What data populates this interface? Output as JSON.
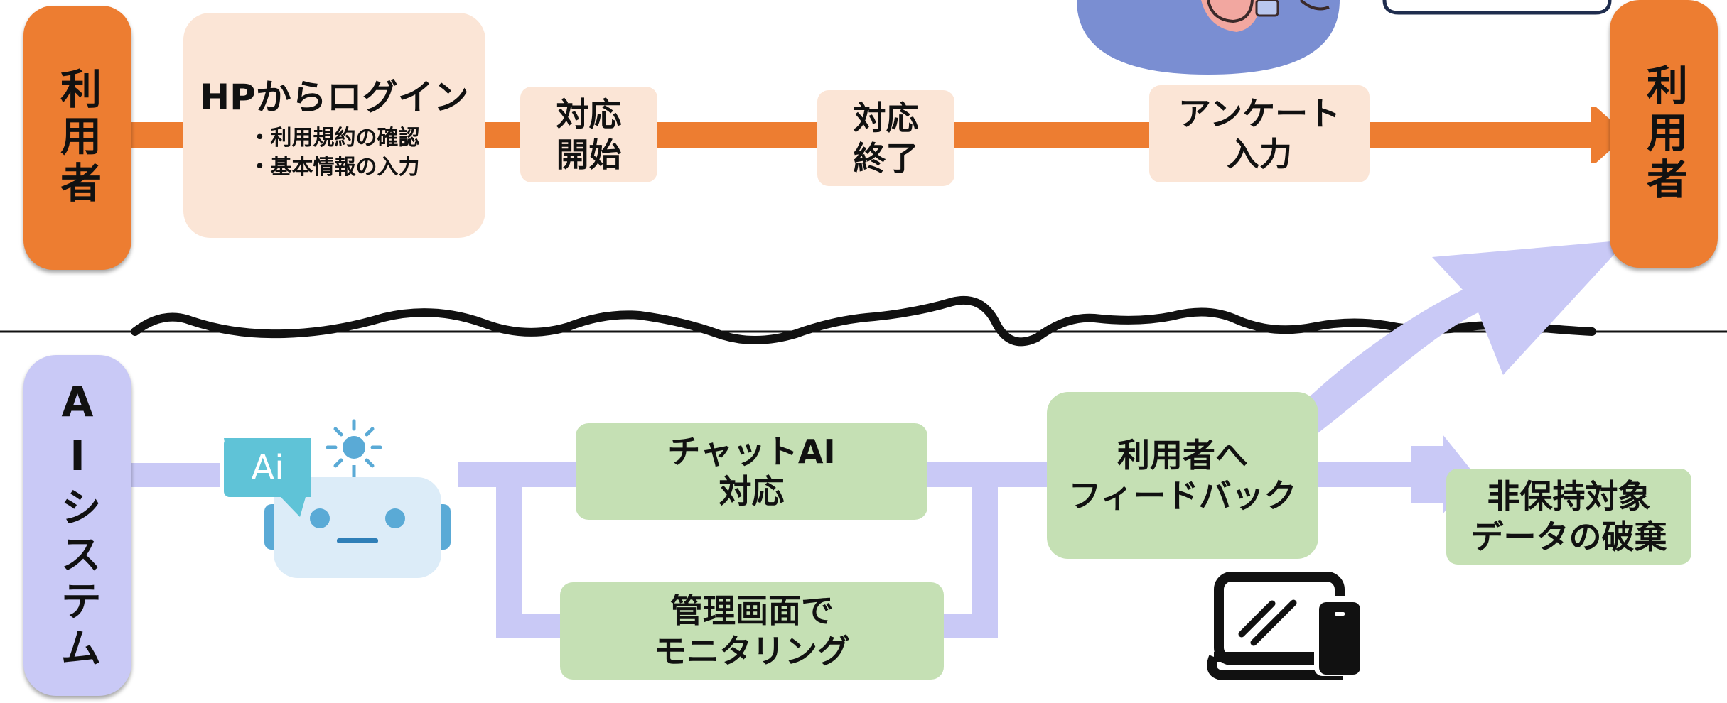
{
  "colors": {
    "orange": "#ed7d31",
    "peach": "#fbe5d6",
    "lavender": "#c9c9f6",
    "green": "#c5e0b4",
    "navy": "#1f2d4e",
    "robot_blue": "#5aaad6"
  },
  "user_lane": {
    "actor_left": "利用者",
    "actor_right": "利用者",
    "login": {
      "title": "HPからログイン",
      "items": [
        "・利用規約の確認",
        "・基本情報の入力"
      ]
    },
    "step_start": "対応\n開始",
    "step_end": "対応\n終了",
    "step_survey": "アンケート\n入力"
  },
  "ai_lane": {
    "actor": "AIシステム",
    "robot_badge": "Ai",
    "chat": "チャットAI\n対応",
    "monitor": "管理画面で\nモニタリング",
    "feedback": "利用者へ\nフィードバック",
    "discard": "非保持対象\nデータの破棄"
  },
  "icons": {
    "robot": "robot-icon",
    "devices": "laptop-phone-icon",
    "person": "person-phone-illustration",
    "divider": "wavy-divider"
  }
}
